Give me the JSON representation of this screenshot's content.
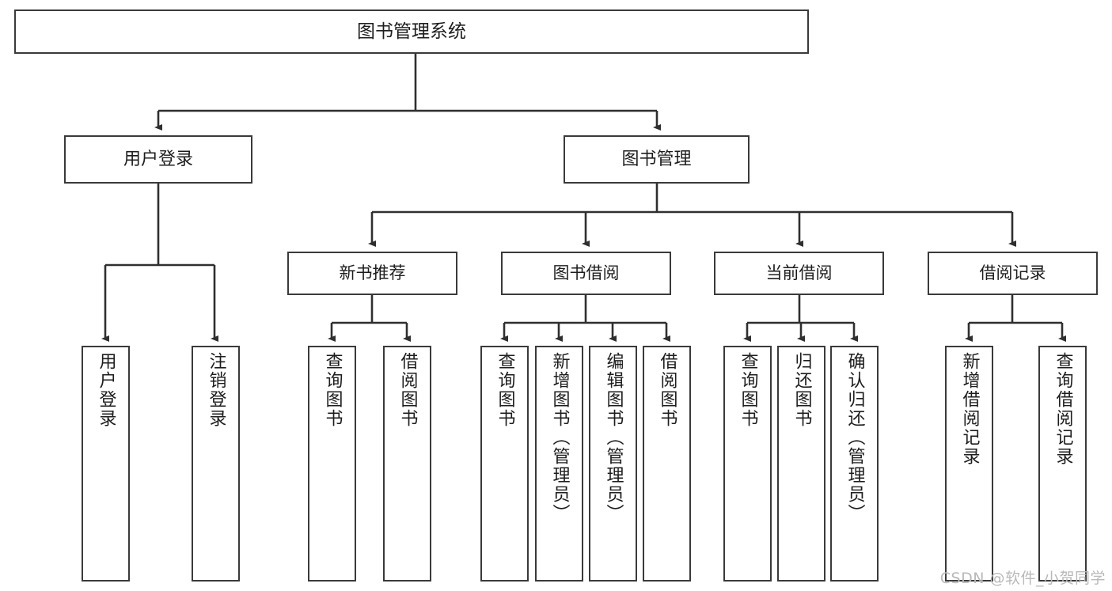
{
  "diagram": {
    "title": "图书管理系统",
    "type": "tree",
    "orientation": "top-down",
    "colors": {
      "node_border": "#3a3a3a",
      "node_fill": "#ffffff",
      "edge": "#2f2f2f",
      "text": "#1d1d1d",
      "watermark": "#b9b9b9",
      "background": "#ffffff"
    }
  },
  "root": {
    "label": "图书管理系统"
  },
  "level2": [
    {
      "id": "user-login",
      "label": "用户登录"
    },
    {
      "id": "book-management",
      "label": "图书管理"
    }
  ],
  "level3": [
    {
      "id": "new-book-recommend",
      "label": "新书推荐",
      "parent": "book-management"
    },
    {
      "id": "book-borrow",
      "label": "图书借阅",
      "parent": "book-management"
    },
    {
      "id": "current-borrow",
      "label": "当前借阅",
      "parent": "book-management"
    },
    {
      "id": "borrow-record",
      "label": "借阅记录",
      "parent": "book-management"
    }
  ],
  "leaves": {
    "user_login": [
      {
        "id": "leaf-user-login",
        "label": "用户登录"
      },
      {
        "id": "leaf-logout-login",
        "label": "注销登录"
      }
    ],
    "new_book_recommend": [
      {
        "id": "leaf-query-book-1",
        "label": "查询图书"
      },
      {
        "id": "leaf-borrow-book-1",
        "label": "借阅图书"
      }
    ],
    "book_borrow": [
      {
        "id": "leaf-query-book-2",
        "label": "查询图书"
      },
      {
        "id": "leaf-add-book",
        "label": "新增图书（管理员）"
      },
      {
        "id": "leaf-edit-book",
        "label": "编辑图书（管理员）"
      },
      {
        "id": "leaf-borrow-book-2",
        "label": "借阅图书"
      }
    ],
    "current_borrow": [
      {
        "id": "leaf-query-book-3",
        "label": "查询图书"
      },
      {
        "id": "leaf-return-book",
        "label": "归还图书"
      },
      {
        "id": "leaf-confirm-return",
        "label": "确认归还（管理员）"
      }
    ],
    "borrow_record": [
      {
        "id": "leaf-add-record",
        "label": "新增借阅记录"
      },
      {
        "id": "leaf-query-record",
        "label": "查询借阅记录"
      }
    ]
  },
  "watermark": {
    "text": "CSDN @软件_小贺同学"
  }
}
